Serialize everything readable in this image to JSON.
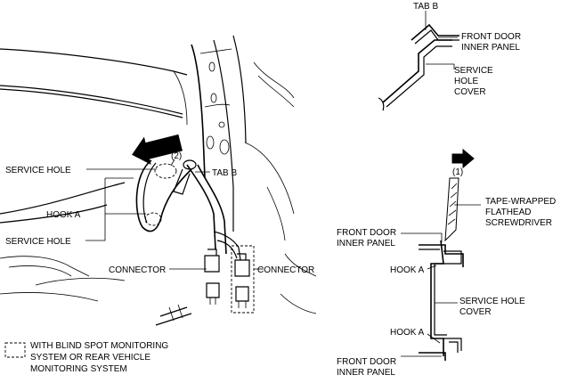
{
  "labels": {
    "tab_b_top": "TAB B",
    "front_door_inner_panel_top_l1": "FRONT DOOR",
    "front_door_inner_panel_top_l2": "INNER PANEL",
    "service_hole_cover_top_l1": "SERVICE",
    "service_hole_cover_top_l2": "HOLE",
    "service_hole_cover_top_l3": "COVER",
    "step_1": "(1)",
    "tape_wrapped_l1": "TAPE-WRAPPED",
    "tape_wrapped_l2": "FLATHEAD",
    "tape_wrapped_l3": "SCREWDRIVER",
    "front_door_inner_panel_mid_l1": "FRONT DOOR",
    "front_door_inner_panel_mid_l2": "INNER PANEL",
    "hook_a_right_upper": "HOOK A",
    "service_hole_cover_right_l1": "SERVICE HOLE",
    "service_hole_cover_right_l2": "COVER",
    "hook_a_right_lower": "HOOK A",
    "front_door_inner_panel_bottom_l1": "FRONT DOOR",
    "front_door_inner_panel_bottom_l2": "INNER PANEL",
    "step_2": "(2)",
    "service_hole_upper": "SERVICE HOLE",
    "tab_b_left": "TAB B",
    "hook_a_left": "HOOK A",
    "service_hole_lower": "SERVICE HOLE",
    "connector_left": "CONNECTOR",
    "connector_right": "CONNECTOR",
    "legend_l1": "WITH BLIND SPOT MONITORING",
    "legend_l2": "SYSTEM OR REAR VEHICLE",
    "legend_l3": "MONITORING SYSTEM"
  }
}
